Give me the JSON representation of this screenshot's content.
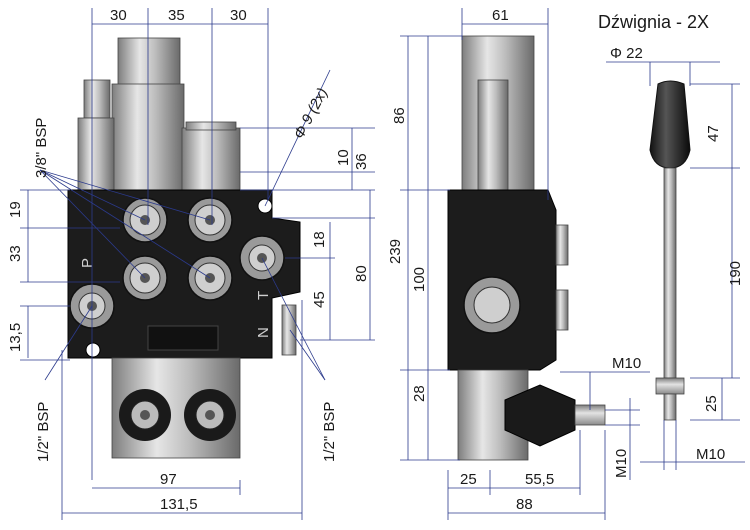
{
  "title": "Dźwignia - 2X",
  "lever_diameter": "Φ 22",
  "dims": {
    "front_top_1": "30",
    "front_top_2": "35",
    "front_top_3": "30",
    "diameter_holes": "Φ 9  (2x)",
    "port_3_8": "3/8\" BSP",
    "v19": "19",
    "v33": "33",
    "v13_5": "13,5",
    "port_1_2_left": "1/2\" BSP",
    "port_1_2_right": "1/2\" BSP",
    "v10": "10",
    "v36": "36",
    "v18": "18",
    "v80": "80",
    "v45": "45",
    "w97": "97",
    "w131_5": "131,5",
    "side_61": "61",
    "side_86": "86",
    "side_239": "239",
    "side_100": "100",
    "side_28": "28",
    "side_25": "25",
    "side_55_5": "55,5",
    "side_88": "88",
    "m10_a": "M10",
    "m10_b": "M10",
    "m10_c": "M10",
    "lever_47": "47",
    "lever_190": "190",
    "lever_25": "25"
  },
  "labels": {
    "p": "P",
    "t": "T",
    "n": "N"
  }
}
